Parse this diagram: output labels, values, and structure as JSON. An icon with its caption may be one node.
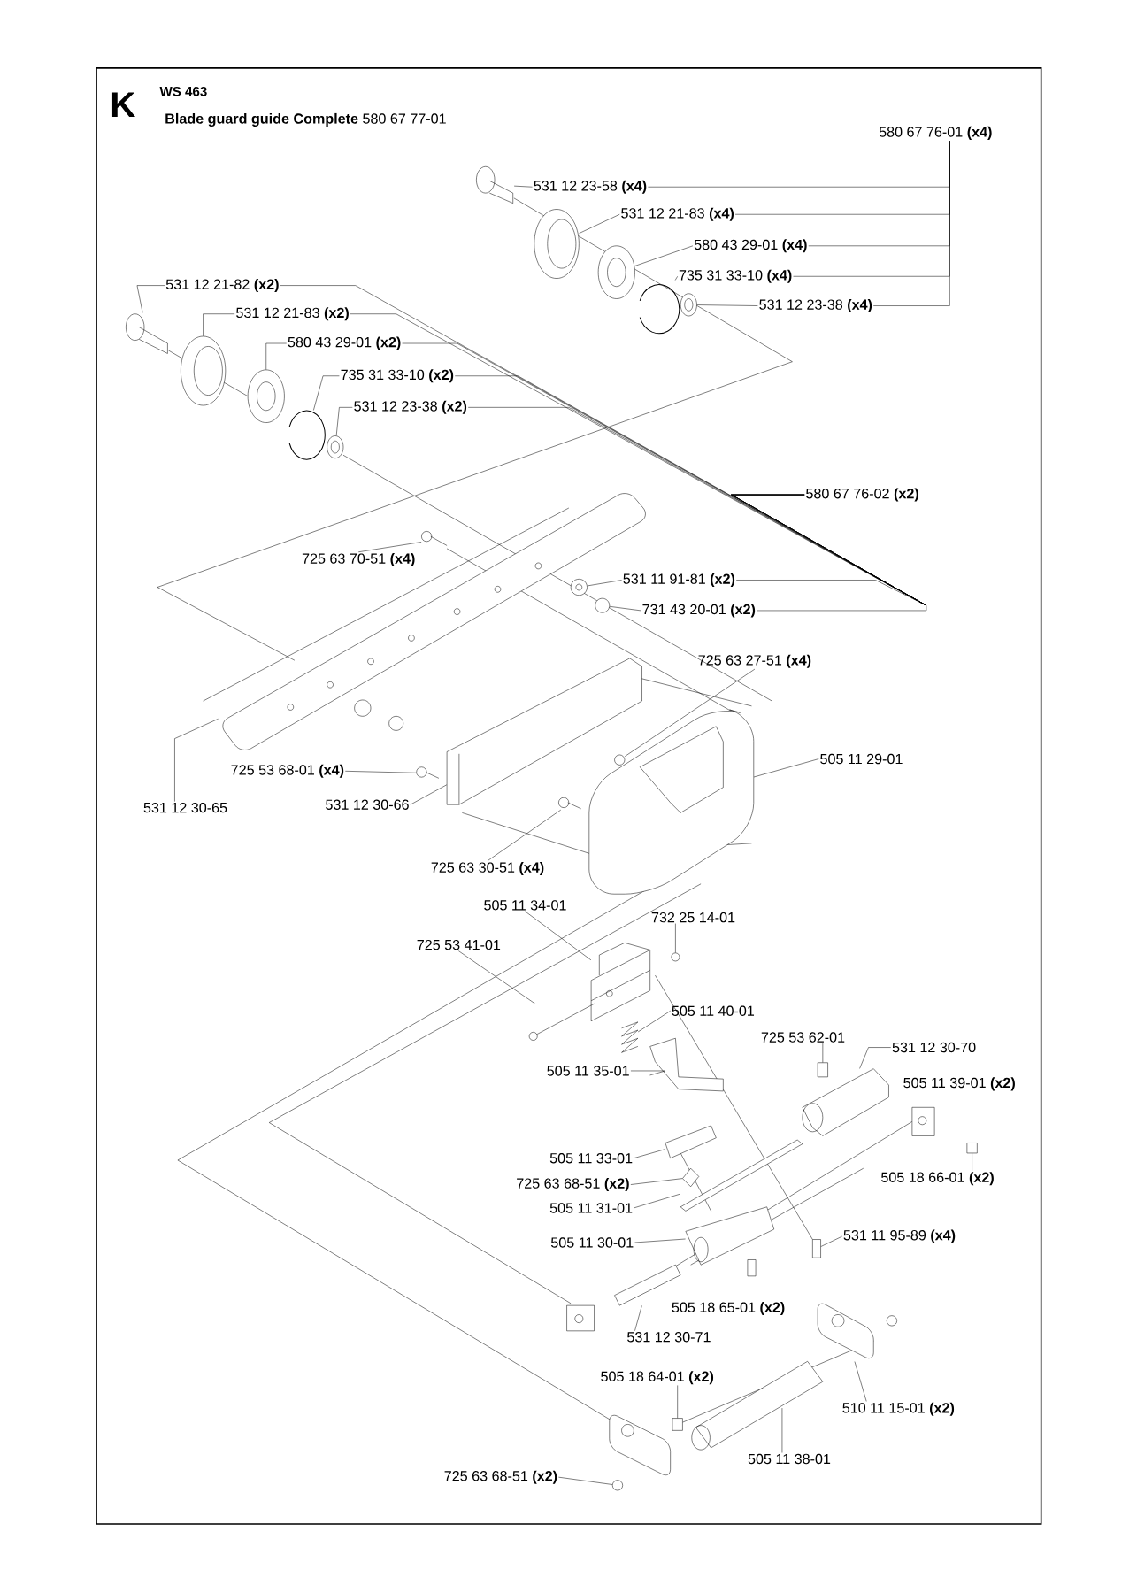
{
  "diagram": {
    "title": "**Blade guard guide Complete** 580 67 77-01",
    "labels": [
      "K",
      "WS 463"
    ],
    "nodes": [
      {
        "text": [
          "580 67 76-01 **(x4)**"
        ]
      },
      {
        "text": [
          "531 12 23-58 **(x4)**"
        ]
      },
      {
        "text": [
          "531 12 21-83 **(x4)**"
        ]
      },
      {
        "text": [
          "580 43 29-01 **(x4)**"
        ]
      },
      {
        "text": [
          "735 31 33-10 **(x4)**"
        ]
      },
      {
        "text": [
          "531 12 23-38 **(x4)**"
        ]
      },
      {
        "text": [
          "531 12 21-82 **(x2)**"
        ]
      },
      {
        "text": [
          "531 12 21-83 **(x2)**"
        ]
      },
      {
        "text": [
          "580 43 29-01 **(x2)**"
        ]
      },
      {
        "text": [
          "735 31 33-10 **(x2)**"
        ]
      },
      {
        "text": [
          "531 12 23-38 **(x2)**"
        ]
      },
      {
        "text": [
          "580 67 76-02 **(x2)**"
        ]
      },
      {
        "text": [
          "531 11 91-81 **(x2)**"
        ]
      },
      {
        "text": [
          "731 43 20-01 **(x2)**"
        ]
      },
      {
        "text": [
          "725 63 70-51 **(x4)**"
        ]
      },
      {
        "text": [
          "531 12 30-65"
        ]
      },
      {
        "text": [
          "725 53 68-01 **(x4)**"
        ]
      },
      {
        "text": [
          "531 12 30-66"
        ]
      },
      {
        "text": [
          "725 63 27-51 **(x4)**"
        ]
      },
      {
        "text": [
          "505 11 29-01"
        ]
      },
      {
        "text": [
          "725 63 30-51 **(x4)**"
        ]
      },
      {
        "text": [
          "505 11 34-01"
        ]
      },
      {
        "text": [
          "732 25 14-01"
        ]
      },
      {
        "text": [
          "725 53 41-01"
        ]
      },
      {
        "text": [
          "505 11 40-01"
        ]
      },
      {
        "text": [
          "505 11 35-01"
        ]
      },
      {
        "text": [
          "725 53 62-01"
        ]
      },
      {
        "text": [
          "531 12 30-70"
        ]
      },
      {
        "text": [
          "505 11 39-01 **(x2)**"
        ]
      },
      {
        "text": [
          "505 18 66-01 **(x2)**"
        ]
      },
      {
        "text": [
          "505 11 33-01"
        ]
      },
      {
        "text": [
          "725 63 68-51 **(x2)**"
        ]
      },
      {
        "text": [
          "505 11 31-01"
        ]
      },
      {
        "text": [
          "505 11 30-01"
        ]
      },
      {
        "text": [
          "531 11 95-89 **(x4)**"
        ]
      },
      {
        "text": [
          "505 18 65-01 **(x2)**"
        ]
      },
      {
        "text": [
          "531 12 30-71"
        ]
      },
      {
        "text": [
          "505 18 64-01 **(x2)**"
        ]
      },
      {
        "text": [
          "510 11 15-01 **(x2)**"
        ]
      },
      {
        "text": [
          "505 11 38-01"
        ]
      },
      {
        "text": [
          "725 63 68-51 **(x2)**"
        ]
      },
      {
        "text": [],
        "shape": "picture"
      },
      {
        "text": [],
        "shape": "picture"
      },
      {
        "text": [],
        "shape": "picture"
      },
      {
        "text": [],
        "shape": "picture"
      },
      {
        "text": [],
        "shape": "picture"
      },
      {
        "text": [],
        "shape": "picture"
      },
      {
        "text": [],
        "shape": "picture"
      },
      {
        "text": [],
        "shape": "picture"
      },
      {
        "text": [],
        "shape": "picture"
      },
      {
        "text": [],
        "shape": "picture"
      },
      {
        "text": [],
        "shape": "picture"
      },
      {
        "text": [],
        "shape": "circle"
      },
      {
        "text": [],
        "shape": "picture"
      },
      {
        "text": [],
        "shape": "picture"
      },
      {
        "text": [],
        "shape": "picture"
      },
      {
        "text": [],
        "shape": "picture"
      },
      {
        "text": [],
        "shape": "picture"
      },
      {
        "text": [],
        "shape": "picture"
      },
      {
        "text": [],
        "shape": "picture"
      },
      {
        "text": [],
        "shape": "picture"
      },
      {
        "text": [],
        "shape": "circle"
      },
      {
        "text": [],
        "shape": "picture"
      },
      {
        "text": [],
        "shape": "picture"
      },
      {
        "text": [],
        "shape": "picture"
      },
      {
        "text": [],
        "shape": "box"
      },
      {
        "text": [],
        "shape": "picture"
      },
      {
        "text": [],
        "shape": "box"
      },
      {
        "text": [],
        "shape": "picture"
      },
      {
        "text": [],
        "shape": "picture"
      },
      {
        "text": [],
        "shape": "picture"
      },
      {
        "text": [],
        "shape": "picture"
      },
      {
        "text": [],
        "shape": "box"
      },
      {
        "text": [],
        "shape": "picture"
      },
      {
        "text": [],
        "shape": "box"
      },
      {
        "text": [],
        "shape": "picture"
      },
      {
        "text": [],
        "shape": "picture"
      },
      {
        "text": [],
        "shape": "picture"
      }
    ],
    "edges": [
      {
        "from": 0,
        "to": 1,
        "arrow": "none"
      },
      {
        "from": 0,
        "to": 2,
        "arrow": "none"
      },
      {
        "from": 0,
        "to": 3,
        "arrow": "none"
      },
      {
        "from": 0,
        "to": 4,
        "arrow": "none"
      },
      {
        "from": 0,
        "to": 5,
        "arrow": "none"
      },
      {
        "from": 6,
        "to": 46,
        "arrow": "none"
      },
      {
        "from": 7,
        "to": 47,
        "arrow": "none"
      },
      {
        "from": 8,
        "to": 48,
        "arrow": "none"
      },
      {
        "from": 9,
        "to": 49,
        "arrow": "none"
      },
      {
        "from": 10,
        "to": 50,
        "arrow": "none"
      },
      {
        "from": 11,
        "to": 6,
        "arrow": "none"
      },
      {
        "from": 11,
        "to": 7,
        "arrow": "none"
      },
      {
        "from": 11,
        "to": 8,
        "arrow": "none"
      },
      {
        "from": 11,
        "to": 9,
        "arrow": "none"
      },
      {
        "from": 11,
        "to": 10,
        "arrow": "none"
      },
      {
        "from": 11,
        "to": 12,
        "arrow": "none"
      },
      {
        "from": 11,
        "to": 13,
        "arrow": "none"
      },
      {
        "from": 1,
        "to": 41,
        "arrow": "none"
      },
      {
        "from": 2,
        "to": 42,
        "arrow": "none"
      },
      {
        "from": 3,
        "to": 43,
        "arrow": "none"
      },
      {
        "from": 4,
        "to": 44,
        "arrow": "none"
      },
      {
        "from": 5,
        "to": 45,
        "arrow": "none"
      },
      {
        "from": 12,
        "to": 51,
        "arrow": "none"
      },
      {
        "from": 13,
        "to": 52,
        "arrow": "none"
      },
      {
        "from": 14,
        "to": 53,
        "arrow": "none"
      },
      {
        "from": 15,
        "to": 54,
        "arrow": "none"
      },
      {
        "from": 16,
        "to": 55,
        "arrow": "none"
      },
      {
        "from": 17,
        "to": 56,
        "arrow": "none"
      },
      {
        "from": 18,
        "to": 57,
        "arrow": "none"
      },
      {
        "from": 19,
        "to": 58,
        "arrow": "none"
      },
      {
        "from": 20,
        "to": 59,
        "arrow": "none"
      },
      {
        "from": 21,
        "to": 60,
        "arrow": "none"
      },
      {
        "from": 22,
        "to": 61,
        "arrow": "none"
      },
      {
        "from": 23,
        "to": 62,
        "arrow": "none"
      },
      {
        "from": 24,
        "to": 63,
        "arrow": "none"
      },
      {
        "from": 25,
        "to": 64,
        "arrow": "none"
      },
      {
        "from": 26,
        "to": 65,
        "arrow": "none"
      },
      {
        "from": 27,
        "to": 66,
        "arrow": "none"
      },
      {
        "from": 29,
        "to": 67,
        "arrow": "none"
      },
      {
        "from": 30,
        "to": 68,
        "arrow": "none"
      },
      {
        "from": 31,
        "to": 69,
        "arrow": "none"
      },
      {
        "from": 32,
        "to": 70,
        "arrow": "none"
      },
      {
        "from": 33,
        "to": 71,
        "arrow": "none"
      },
      {
        "from": 34,
        "to": 72,
        "arrow": "none"
      },
      {
        "from": 36,
        "to": 73,
        "arrow": "none"
      },
      {
        "from": 37,
        "to": 74,
        "arrow": "none"
      },
      {
        "from": 38,
        "to": 75,
        "arrow": "none"
      },
      {
        "from": 39,
        "to": 76,
        "arrow": "none"
      },
      {
        "from": 40,
        "to": 77,
        "arrow": "none"
      }
    ]
  }
}
